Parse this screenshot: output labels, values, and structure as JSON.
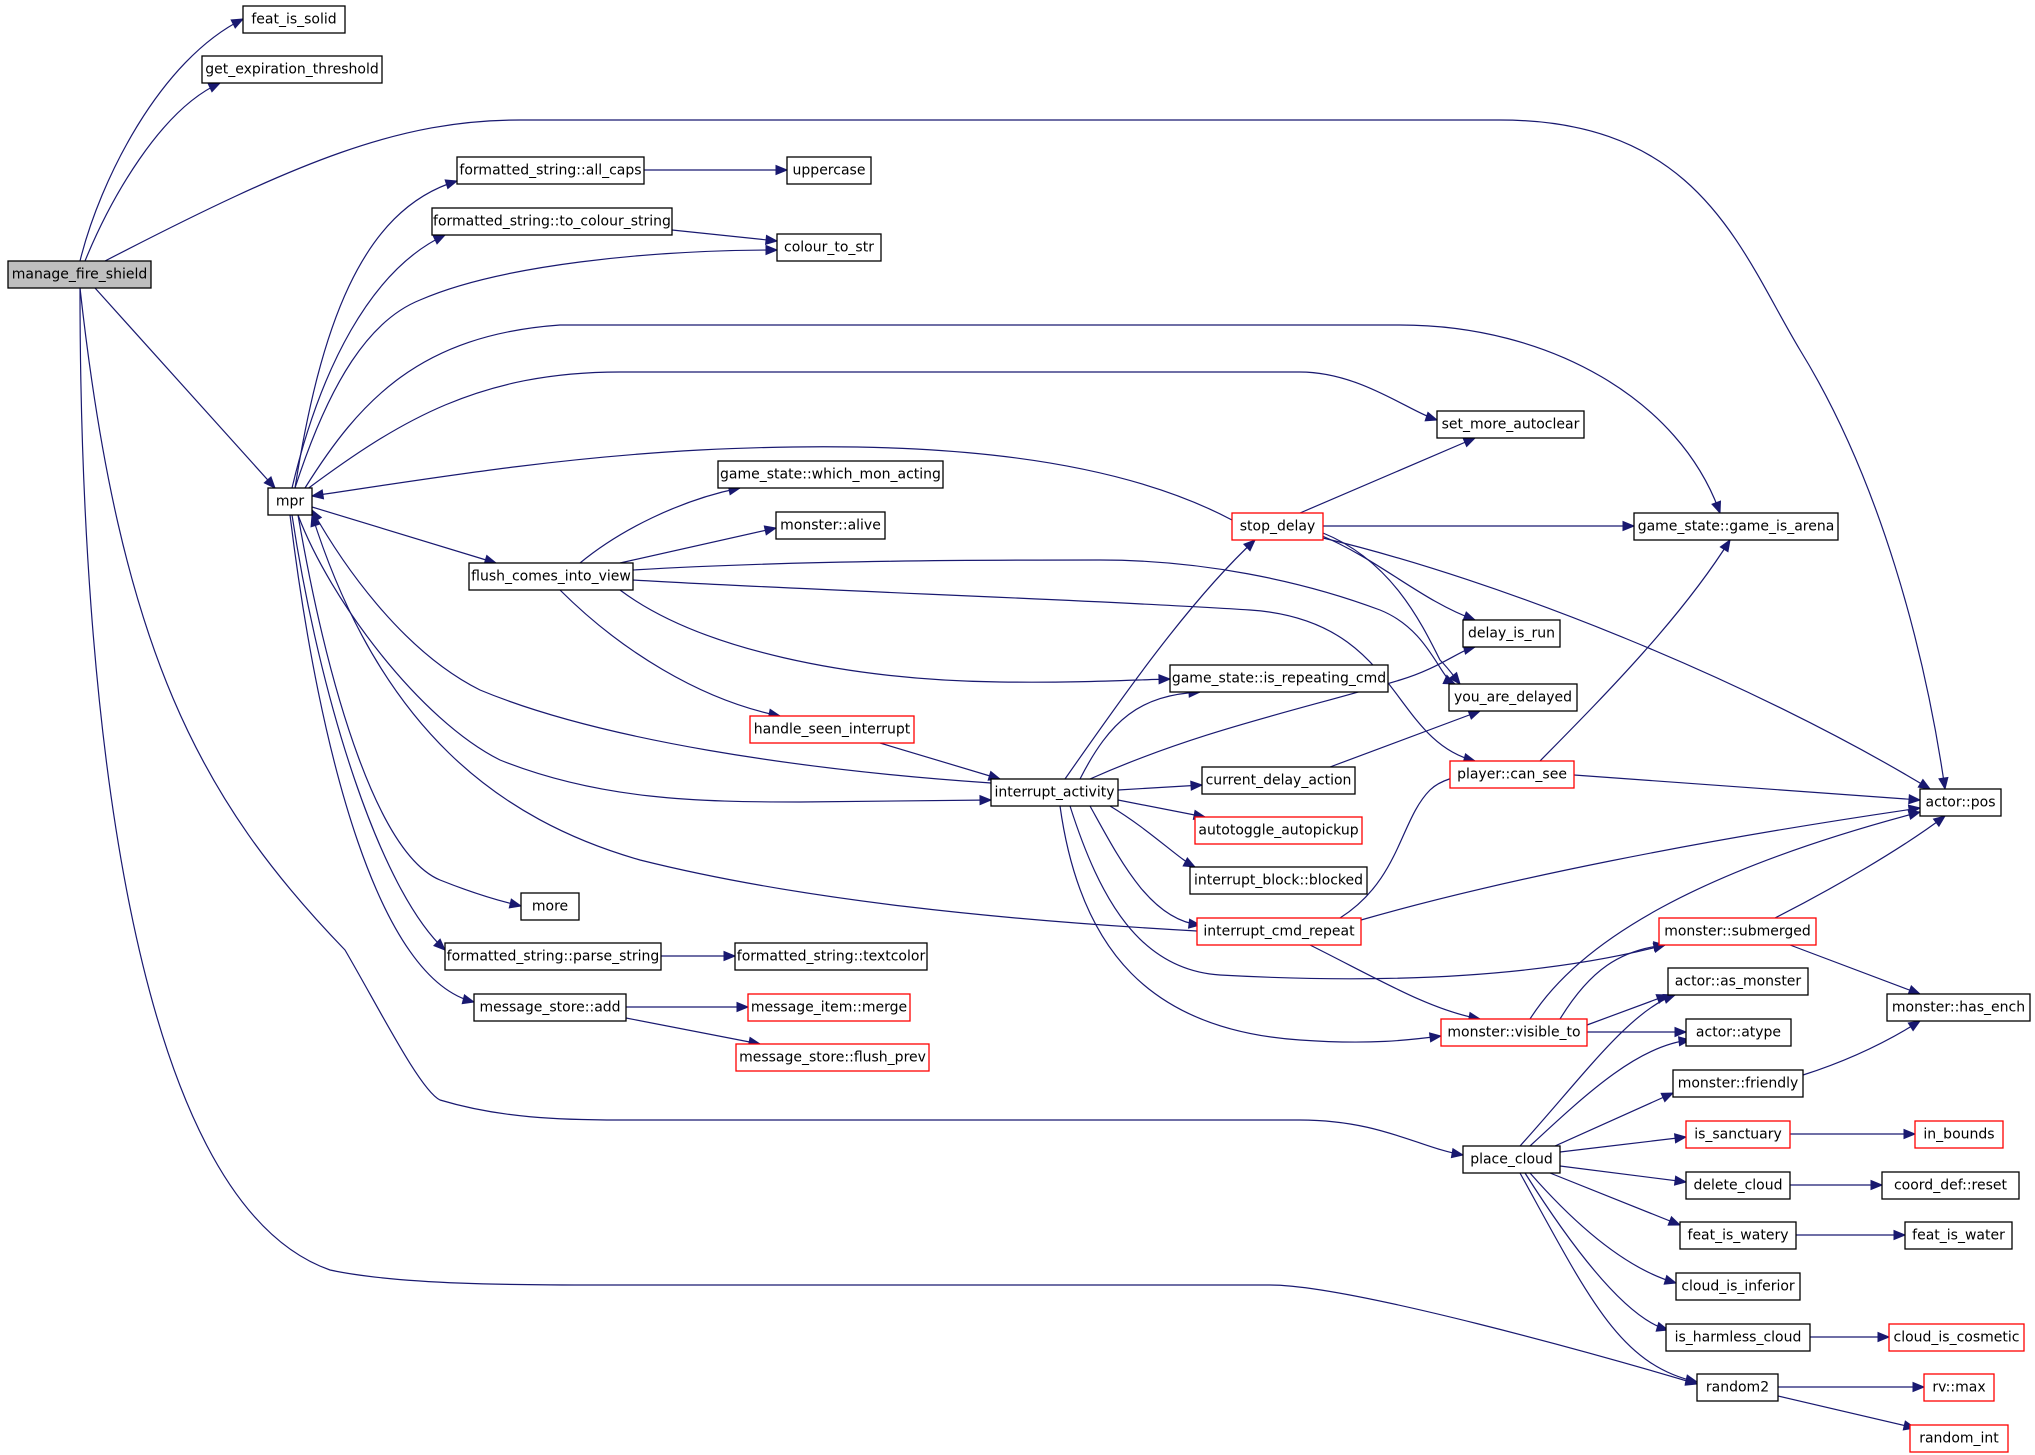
{
  "graph": {
    "root": "manage_fire_shield",
    "nodes": [
      {
        "id": "manage_fire_shield",
        "label": "manage_fire_shield",
        "root": true
      },
      {
        "id": "feat_is_solid",
        "label": "feat_is_solid"
      },
      {
        "id": "get_expiration_threshold",
        "label": "get_expiration_threshold"
      },
      {
        "id": "mpr",
        "label": "mpr"
      },
      {
        "id": "formatted_string_all_caps",
        "label": "formatted_string::all_caps"
      },
      {
        "id": "uppercase",
        "label": "uppercase"
      },
      {
        "id": "formatted_string_to_colour_string",
        "label": "formatted_string::to_colour_string"
      },
      {
        "id": "colour_to_str",
        "label": "colour_to_str"
      },
      {
        "id": "game_state_which_mon_acting",
        "label": "game_state::which_mon_acting"
      },
      {
        "id": "monster_alive",
        "label": "monster::alive"
      },
      {
        "id": "flush_comes_into_view",
        "label": "flush_comes_into_view"
      },
      {
        "id": "set_more_autoclear",
        "label": "set_more_autoclear"
      },
      {
        "id": "stop_delay",
        "label": "stop_delay",
        "truncated": true
      },
      {
        "id": "game_state_game_is_arena",
        "label": "game_state::game_is_arena"
      },
      {
        "id": "delay_is_run",
        "label": "delay_is_run"
      },
      {
        "id": "game_state_is_repeating_cmd",
        "label": "game_state::is_repeating_cmd"
      },
      {
        "id": "you_are_delayed",
        "label": "you_are_delayed"
      },
      {
        "id": "handle_seen_interrupt",
        "label": "handle_seen_interrupt",
        "truncated": true
      },
      {
        "id": "player_can_see",
        "label": "player::can_see",
        "truncated": true
      },
      {
        "id": "current_delay_action",
        "label": "current_delay_action"
      },
      {
        "id": "interrupt_activity",
        "label": "interrupt_activity"
      },
      {
        "id": "actor_pos",
        "label": "actor::pos"
      },
      {
        "id": "autotoggle_autopickup",
        "label": "autotoggle_autopickup",
        "truncated": true
      },
      {
        "id": "interrupt_block_blocked",
        "label": "interrupt_block::blocked"
      },
      {
        "id": "more",
        "label": "more"
      },
      {
        "id": "interrupt_cmd_repeat",
        "label": "interrupt_cmd_repeat",
        "truncated": true
      },
      {
        "id": "monster_submerged",
        "label": "monster::submerged",
        "truncated": true
      },
      {
        "id": "formatted_string_parse_string",
        "label": "formatted_string::parse_string"
      },
      {
        "id": "formatted_string_textcolor",
        "label": "formatted_string::textcolor"
      },
      {
        "id": "actor_as_monster",
        "label": "actor::as_monster"
      },
      {
        "id": "monster_has_ench",
        "label": "monster::has_ench"
      },
      {
        "id": "message_store_add",
        "label": "message_store::add"
      },
      {
        "id": "message_item_merge",
        "label": "message_item::merge",
        "truncated": true
      },
      {
        "id": "monster_visible_to",
        "label": "monster::visible_to",
        "truncated": true
      },
      {
        "id": "actor_atype",
        "label": "actor::atype"
      },
      {
        "id": "message_store_flush_prev",
        "label": "message_store::flush_prev",
        "truncated": true
      },
      {
        "id": "monster_friendly",
        "label": "monster::friendly"
      },
      {
        "id": "is_sanctuary",
        "label": "is_sanctuary",
        "truncated": true
      },
      {
        "id": "in_bounds",
        "label": "in_bounds",
        "truncated": true
      },
      {
        "id": "place_cloud",
        "label": "place_cloud"
      },
      {
        "id": "delete_cloud",
        "label": "delete_cloud"
      },
      {
        "id": "coord_def_reset",
        "label": "coord_def::reset"
      },
      {
        "id": "feat_is_watery",
        "label": "feat_is_watery"
      },
      {
        "id": "feat_is_water",
        "label": "feat_is_water"
      },
      {
        "id": "cloud_is_inferior",
        "label": "cloud_is_inferior"
      },
      {
        "id": "is_harmless_cloud",
        "label": "is_harmless_cloud"
      },
      {
        "id": "cloud_is_cosmetic",
        "label": "cloud_is_cosmetic",
        "truncated": true
      },
      {
        "id": "random2",
        "label": "random2"
      },
      {
        "id": "rv_max",
        "label": "rv::max",
        "truncated": true
      },
      {
        "id": "random_int",
        "label": "random_int",
        "truncated": true
      }
    ],
    "edges": [
      [
        "manage_fire_shield",
        "feat_is_solid"
      ],
      [
        "manage_fire_shield",
        "get_expiration_threshold"
      ],
      [
        "manage_fire_shield",
        "actor_pos"
      ],
      [
        "manage_fire_shield",
        "mpr"
      ],
      [
        "manage_fire_shield",
        "place_cloud"
      ],
      [
        "manage_fire_shield",
        "random2"
      ],
      [
        "mpr",
        "formatted_string_all_caps"
      ],
      [
        "mpr",
        "formatted_string_to_colour_string"
      ],
      [
        "mpr",
        "colour_to_str"
      ],
      [
        "mpr",
        "game_state_game_is_arena"
      ],
      [
        "mpr",
        "set_more_autoclear"
      ],
      [
        "mpr",
        "flush_comes_into_view"
      ],
      [
        "mpr",
        "interrupt_activity"
      ],
      [
        "mpr",
        "more"
      ],
      [
        "mpr",
        "formatted_string_parse_string"
      ],
      [
        "mpr",
        "message_store_add"
      ],
      [
        "formatted_string_all_caps",
        "uppercase"
      ],
      [
        "formatted_string_to_colour_string",
        "colour_to_str"
      ],
      [
        "flush_comes_into_view",
        "game_state_which_mon_acting"
      ],
      [
        "flush_comes_into_view",
        "monster_alive"
      ],
      [
        "flush_comes_into_view",
        "you_are_delayed"
      ],
      [
        "flush_comes_into_view",
        "player_can_see"
      ],
      [
        "flush_comes_into_view",
        "game_state_is_repeating_cmd"
      ],
      [
        "flush_comes_into_view",
        "handle_seen_interrupt"
      ],
      [
        "handle_seen_interrupt",
        "interrupt_activity"
      ],
      [
        "interrupt_activity",
        "mpr"
      ],
      [
        "interrupt_activity",
        "stop_delay"
      ],
      [
        "interrupt_activity",
        "delay_is_run"
      ],
      [
        "interrupt_activity",
        "game_state_is_repeating_cmd"
      ],
      [
        "interrupt_activity",
        "current_delay_action"
      ],
      [
        "interrupt_activity",
        "autotoggle_autopickup"
      ],
      [
        "interrupt_activity",
        "interrupt_block_blocked"
      ],
      [
        "interrupt_activity",
        "interrupt_cmd_repeat"
      ],
      [
        "interrupt_activity",
        "monster_submerged"
      ],
      [
        "interrupt_activity",
        "monster_visible_to"
      ],
      [
        "stop_delay",
        "mpr"
      ],
      [
        "stop_delay",
        "set_more_autoclear"
      ],
      [
        "stop_delay",
        "game_state_game_is_arena"
      ],
      [
        "stop_delay",
        "delay_is_run"
      ],
      [
        "stop_delay",
        "you_are_delayed"
      ],
      [
        "stop_delay",
        "actor_pos"
      ],
      [
        "current_delay_action",
        "you_are_delayed"
      ],
      [
        "player_can_see",
        "game_state_game_is_arena"
      ],
      [
        "player_can_see",
        "actor_pos"
      ],
      [
        "interrupt_cmd_repeat",
        "mpr"
      ],
      [
        "interrupt_cmd_repeat",
        "player_can_see"
      ],
      [
        "interrupt_cmd_repeat",
        "actor_pos"
      ],
      [
        "interrupt_cmd_repeat",
        "monster_visible_to"
      ],
      [
        "monster_submerged",
        "actor_pos"
      ],
      [
        "monster_submerged",
        "monster_has_ench"
      ],
      [
        "formatted_string_parse_string",
        "formatted_string_textcolor"
      ],
      [
        "message_store_add",
        "message_item_merge"
      ],
      [
        "message_store_add",
        "message_store_flush_prev"
      ],
      [
        "monster_visible_to",
        "actor_pos"
      ],
      [
        "monster_visible_to",
        "monster_submerged"
      ],
      [
        "monster_visible_to",
        "actor_as_monster"
      ],
      [
        "monster_visible_to",
        "actor_atype"
      ],
      [
        "monster_friendly",
        "monster_has_ench"
      ],
      [
        "is_sanctuary",
        "in_bounds"
      ],
      [
        "place_cloud",
        "actor_as_monster"
      ],
      [
        "place_cloud",
        "actor_atype"
      ],
      [
        "place_cloud",
        "monster_friendly"
      ],
      [
        "place_cloud",
        "is_sanctuary"
      ],
      [
        "place_cloud",
        "delete_cloud"
      ],
      [
        "place_cloud",
        "feat_is_watery"
      ],
      [
        "place_cloud",
        "cloud_is_inferior"
      ],
      [
        "place_cloud",
        "is_harmless_cloud"
      ],
      [
        "place_cloud",
        "random2"
      ],
      [
        "delete_cloud",
        "coord_def_reset"
      ],
      [
        "feat_is_watery",
        "feat_is_water"
      ],
      [
        "is_harmless_cloud",
        "cloud_is_cosmetic"
      ],
      [
        "random2",
        "rv_max"
      ],
      [
        "random2",
        "random_int"
      ]
    ]
  }
}
